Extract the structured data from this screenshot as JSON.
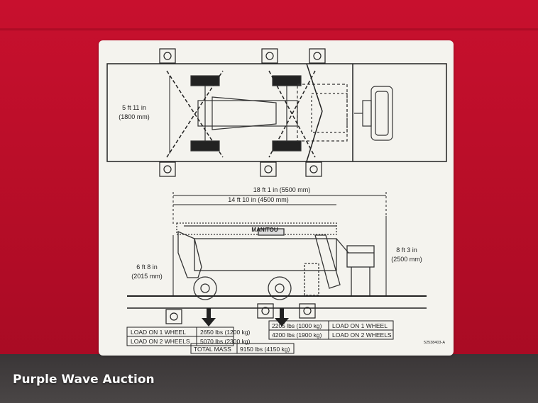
{
  "decal": {
    "dims": {
      "width": "5 ft 11 in",
      "width_mm": "(1800 mm)",
      "length": "18 ft 1 in (5500 mm)",
      "wheelbase": "14 ft 10 in (4500 mm)",
      "height_left": "6 ft 8 in",
      "height_left_mm": "(2015 mm)",
      "height_right": "8 ft 3 in",
      "height_right_mm": "(2500 mm)"
    },
    "brand": "MANITOU",
    "loads": {
      "left_label_1": "LOAD ON 1 WHEEL",
      "left_value_1": "2650 lbs (1200 kg)",
      "left_label_2": "LOAD ON 2 WHEELS",
      "left_value_2": "5070 lbs (2300 kg)",
      "right_value_1": "2205 lbs (1000 kg)",
      "right_label_1": "LOAD ON 1 WHEEL",
      "right_value_2": "4200 lbs (1900 kg)",
      "right_label_2": "LOAD ON 2 WHEELS",
      "total_label": "TOTAL MASS",
      "total_value": "9150 lbs (4150 kg)"
    },
    "part_number": "52538403-A"
  },
  "watermark": "Purple Wave Auction",
  "colors": {
    "body_red": "#c8102e",
    "decal_bg": "#f4f3ee",
    "ink": "#222222"
  }
}
